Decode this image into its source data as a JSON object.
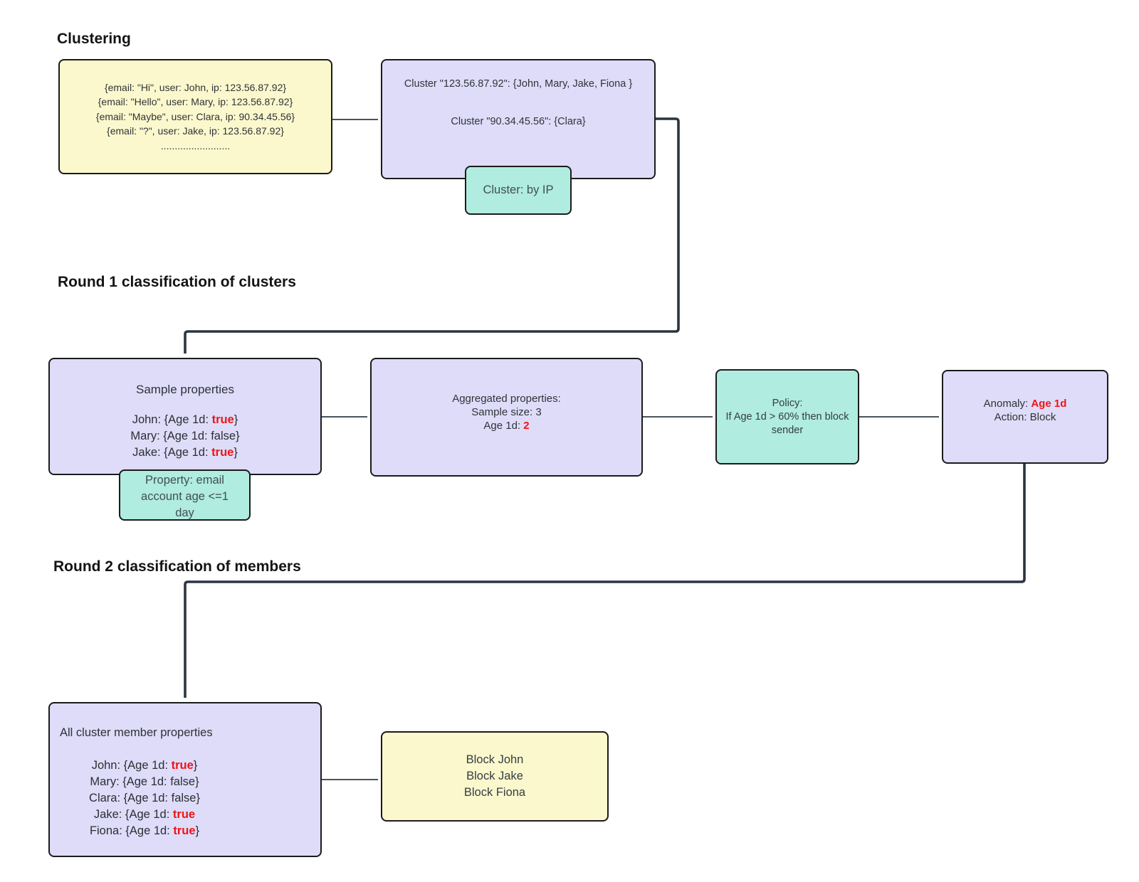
{
  "headings": {
    "clustering": "Clustering",
    "round1": "Round 1 classification of clusters",
    "round2": "Round 2 classification of members"
  },
  "colors": {
    "yellow": "#fbf8cd",
    "purple": "#dedcf9",
    "teal": "#b0ecdf",
    "red": "#ee1414",
    "border": "#1b1b1b"
  },
  "boxes": {
    "emails": {
      "lines": [
        "{email: \"Hi\", user: John, ip: 123.56.87.92}",
        "{email: \"Hello\", user: Mary, ip: 123.56.87.92}",
        "{email: \"Maybe\", user: Clara, ip: 90.34.45.56}",
        "{email: \"?\", user: Jake, ip: 123.56.87.92}",
        "........................."
      ]
    },
    "clusters": {
      "lines": [
        "Cluster \"123.56.87.92\": {John, Mary, Jake, Fiona }",
        "Cluster \"90.34.45.56\": {Clara}"
      ]
    },
    "cluster_label": "Cluster: by IP",
    "sample": {
      "title": "Sample properties",
      "lines": [
        [
          {
            "text": "John: {Age 1d: "
          },
          {
            "text": "true",
            "red": true
          },
          {
            "text": "}"
          }
        ],
        "Mary: {Age 1d: false}",
        [
          {
            "text": "Jake: {Age 1d: "
          },
          {
            "text": "true",
            "red": true
          },
          {
            "text": "}"
          }
        ]
      ]
    },
    "property_label": "Property: email account age <=1 day",
    "aggregated": {
      "lines": [
        "Aggregated properties:",
        "Sample size: 3",
        [
          {
            "text": "Age 1d: "
          },
          {
            "text": "2",
            "red": true
          }
        ]
      ]
    },
    "policy": {
      "lines": [
        "Policy:",
        "If Age 1d > 60% then block sender"
      ]
    },
    "anomaly": {
      "lines": [
        [
          {
            "text": "Anomaly: "
          },
          {
            "text": "Age 1d",
            "red": true
          }
        ],
        "Action: Block"
      ]
    },
    "all_members": {
      "title": "All cluster member properties",
      "lines": [
        [
          {
            "text": "John: {Age 1d: "
          },
          {
            "text": "true",
            "red": true
          },
          {
            "text": "}"
          }
        ],
        "Mary: {Age 1d: false}",
        "Clara: {Age 1d: false}",
        [
          {
            "text": "Jake: {Age 1d: "
          },
          {
            "text": "true",
            "red": true
          }
        ],
        [
          {
            "text": "Fiona: {Age 1d: "
          },
          {
            "text": "true",
            "red": true
          },
          {
            "text": "}"
          }
        ]
      ]
    },
    "block": {
      "lines": [
        "Block John",
        "Block Jake",
        "Block Fiona"
      ]
    }
  }
}
